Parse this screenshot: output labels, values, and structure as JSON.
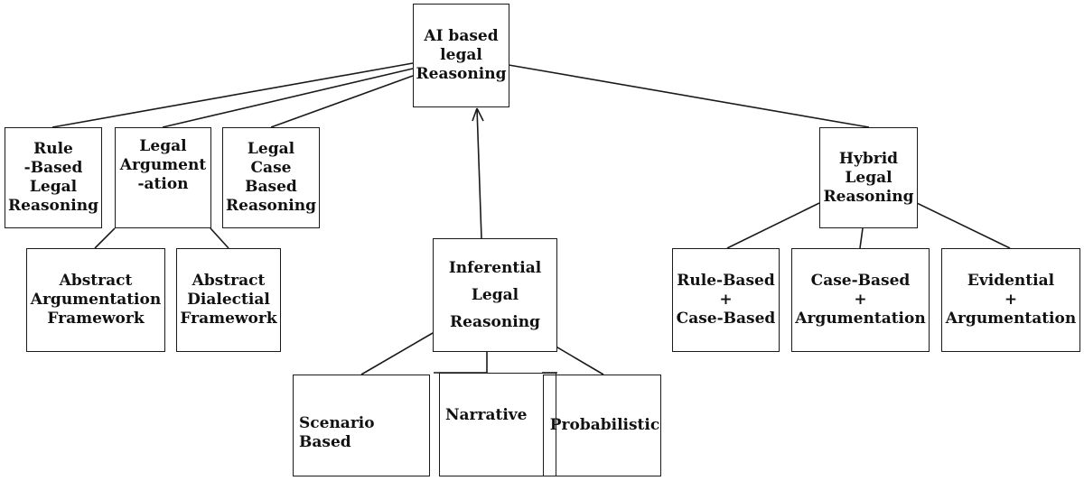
{
  "nodes": {
    "root": "AI based\nlegal\nReasoning",
    "rule_based": "Rule\n-Based\nLegal\nReasoning",
    "legal_argumentation": "Legal\nArgument\n-ation",
    "legal_case_based": "Legal\nCase\nBased\nReasoning",
    "hybrid": "Hybrid\nLegal\nReasoning",
    "abstract_argumentation": "Abstract\nArgumentation\nFramework",
    "abstract_dialectial": "Abstract\nDialectial\nFramework",
    "inferential": "Inferential\nLegal\nReasoning",
    "rule_case": "Rule-Based\n+\nCase-Based",
    "case_argumentation": "Case-Based\n+\nArgumentation",
    "evidential_argumentation": "Evidential\n+\nArgumentation",
    "scenario_based": "Scenario\nBased",
    "narrative": "Narrative",
    "probabilistic": "Probabilistic"
  }
}
